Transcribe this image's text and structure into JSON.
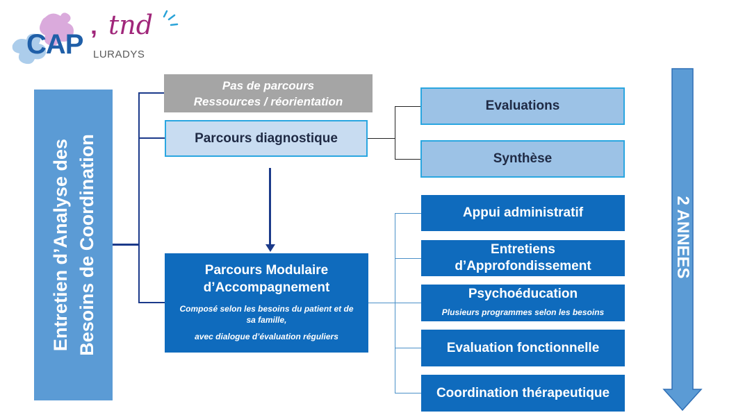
{
  "logo": {
    "main": "CAP",
    "tnd": "tnd",
    "sub": "LURADYS",
    "colors": {
      "main": "#1f5fa8",
      "tnd": "#a0267a",
      "puzzle_pink": "#d49bd6",
      "puzzle_blue": "#9ec4e8"
    }
  },
  "left_box": {
    "line1": "Entretien d’Analyse des",
    "line2": "Besoins de Coordination"
  },
  "branches": {
    "no_path": {
      "line1": "Pas de parcours",
      "line2": "Ressources / réorientation"
    },
    "diagnostic": "Parcours diagnostique",
    "modular": {
      "title1": "Parcours Modulaire",
      "title2": "d’Accompagnement",
      "desc1": "Composé selon les besoins du patient et de",
      "desc2": "sa famille,",
      "desc3": "avec dialogue d’évaluation réguliers"
    }
  },
  "diagnostic_items": [
    "Evaluations",
    "Synthèse"
  ],
  "modular_items": {
    "item1": "Appui administratif",
    "item2_line1": "Entretiens",
    "item2_line2": "d’Approfondissement",
    "item3": "Psychoéducation",
    "item3_sub": "Plusieurs programmes selon les besoins",
    "item4": "Evaluation fonctionnelle",
    "item5": "Coordination thérapeutique"
  },
  "duration": "2 ANNEES",
  "colors": {
    "primary_blue": "#0f6bbd",
    "light_blue": "#9cc2e6",
    "left_box": "#5b9bd5",
    "grey": "#a5a5a5",
    "arrow": "#5b9bd5"
  }
}
